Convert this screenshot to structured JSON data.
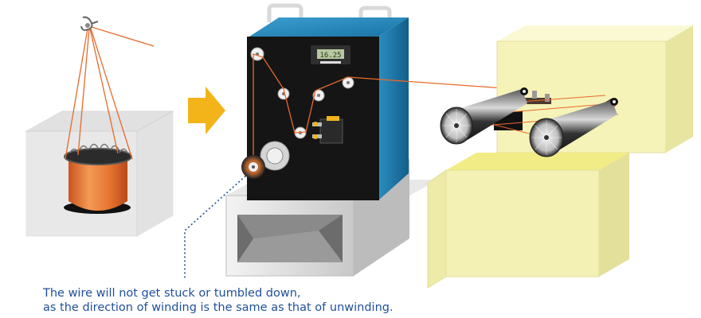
{
  "display": {
    "readout": "16.25"
  },
  "caption": {
    "line1": "The wire will not get stuck or tumbled down,",
    "line2": "as the direction of winding is the same as that of unwinding."
  },
  "colors": {
    "wire": "#e8692a",
    "arrow": "#f2b418",
    "machine_front": "#1a1a1a",
    "machine_side": "#1f7fae",
    "enclosure": "#f6f3b8",
    "caption": "#1f4f9b"
  }
}
